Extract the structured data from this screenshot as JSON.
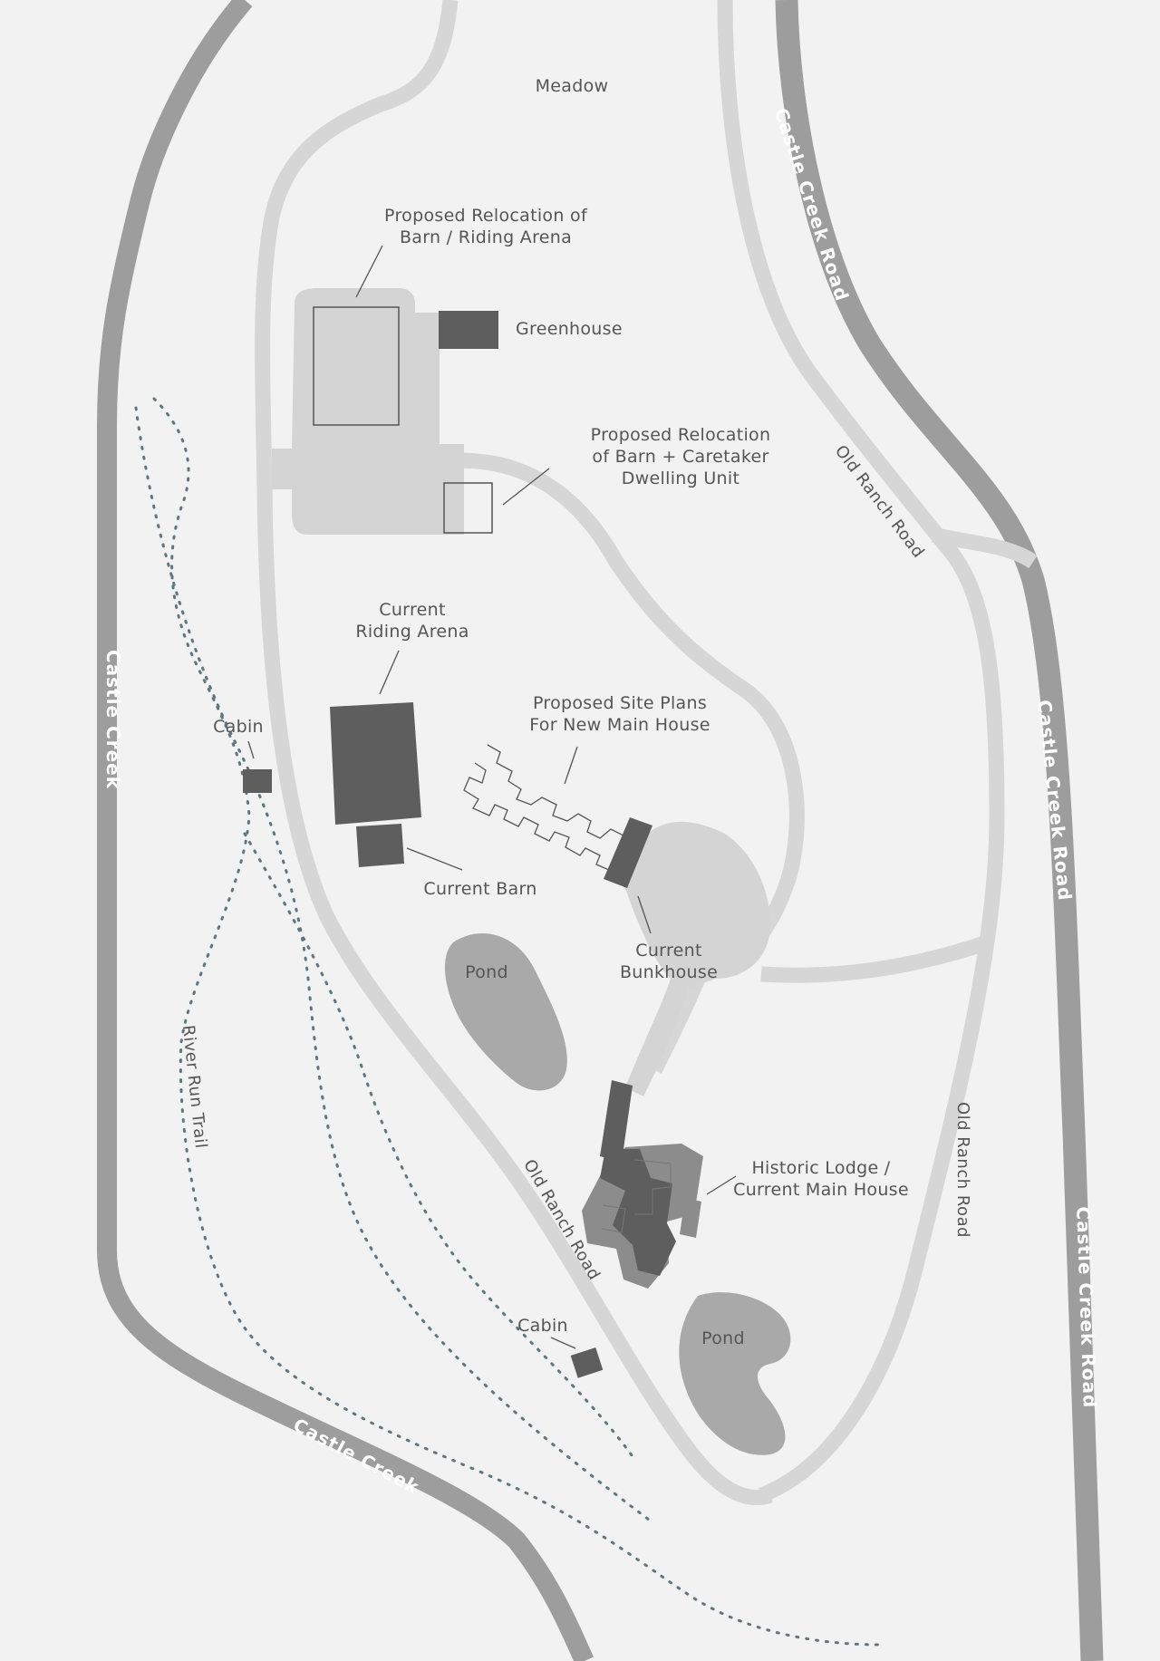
{
  "map": {
    "labels": {
      "meadow": "Meadow",
      "proposed_barn_arena_1": "Proposed Relocation of",
      "proposed_barn_arena_2": "Barn / Riding Arena",
      "greenhouse": "Greenhouse",
      "proposed_caretaker_1": "Proposed Relocation",
      "proposed_caretaker_2": "of Barn + Caretaker",
      "proposed_caretaker_3": "Dwelling Unit",
      "current_arena_1": "Current",
      "current_arena_2": "Riding Arena",
      "site_plans_1": "Proposed Site Plans",
      "site_plans_2": "For New Main House",
      "cabin_west": "Cabin",
      "current_barn": "Current Barn",
      "bunkhouse_1": "Current",
      "bunkhouse_2": "Bunkhouse",
      "pond_north": "Pond",
      "pond_south": "Pond",
      "lodge_1": "Historic Lodge /",
      "lodge_2": "Current Main House",
      "cabin_south": "Cabin",
      "river_run_trail": "River Run Trail",
      "old_ranch_road_ne": "Old Ranch Road",
      "old_ranch_road_sw": "Old Ranch Road",
      "old_ranch_road_east": "Old Ranch Road",
      "castle_creek_road_north": "Castle Creek Road",
      "castle_creek_road_mid": "Castle Creek Road",
      "castle_creek_road_south": "Castle Creek Road",
      "castle_creek_west": "Castle Creek",
      "castle_creek_south": "Castle Creek"
    },
    "colors": {
      "paper": "#f2f2f2",
      "creek": "#9d9d9d",
      "highway": "#9d9d9d",
      "road": "#d6d6d6",
      "pad": "#d4d4d4",
      "pond": "#a9a9a9",
      "building_dark": "#5e5e5e",
      "building_light": "#8c8c8c",
      "trail": "#5f7680",
      "text": "#555555"
    }
  }
}
